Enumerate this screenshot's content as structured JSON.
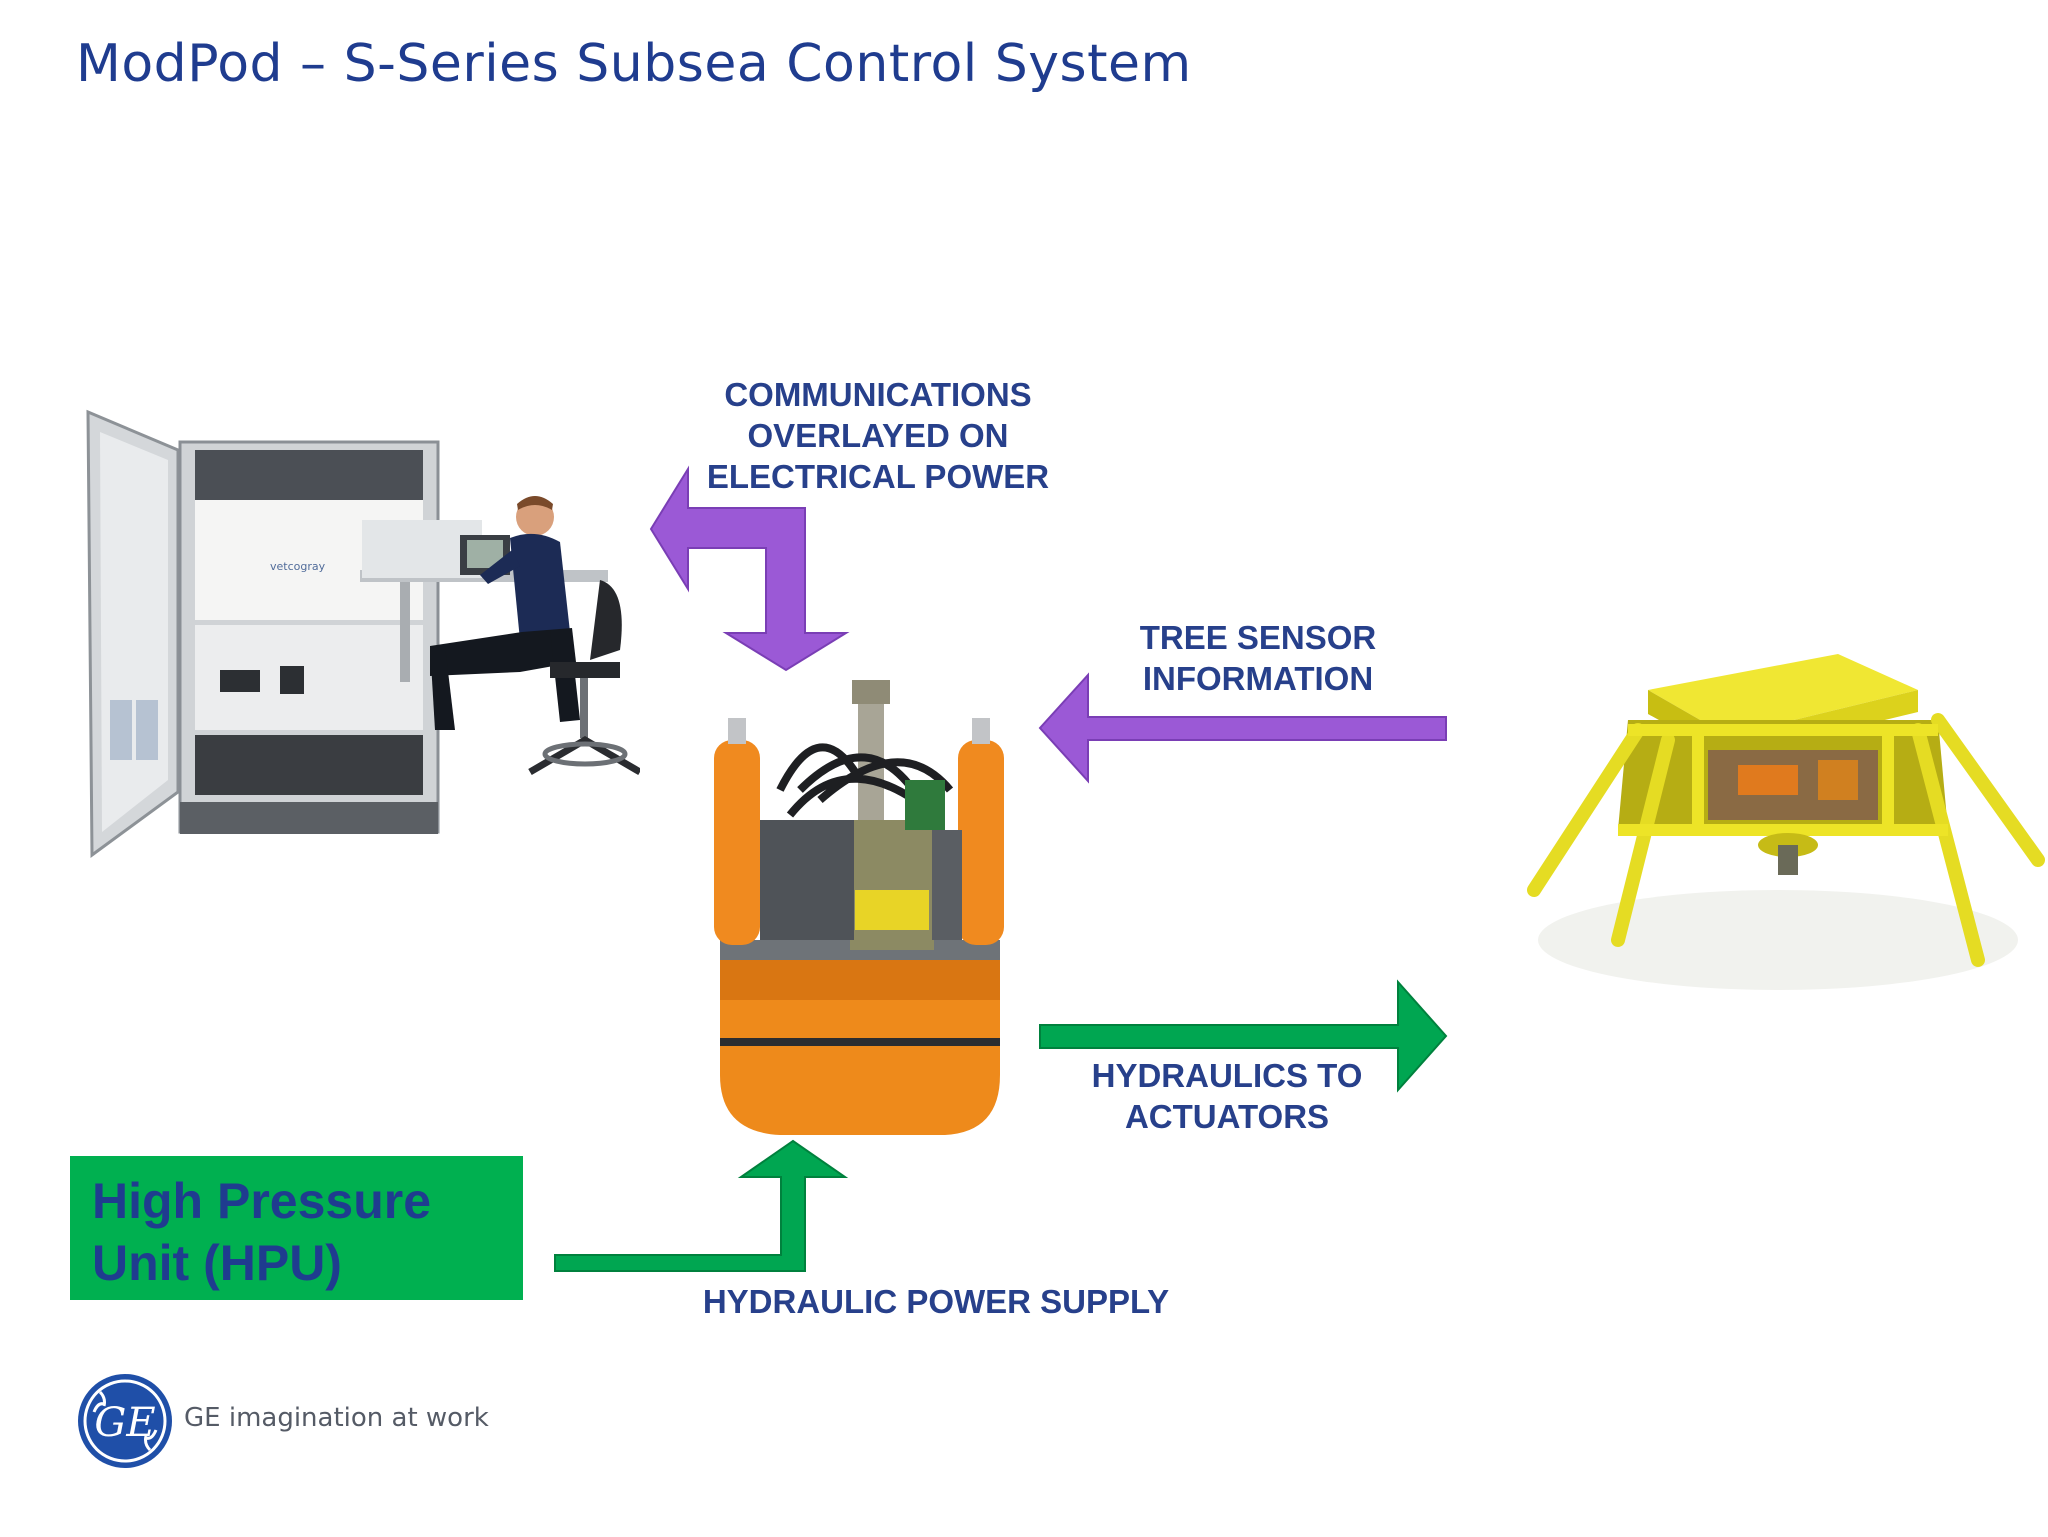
{
  "title": "ModPod – S-Series Subsea Control System",
  "labels": {
    "communications": [
      "COMMUNICATIONS",
      "OVERLAYED ON",
      "ELECTRICAL POWER"
    ],
    "tree_sensor": [
      "TREE SENSOR",
      "INFORMATION"
    ],
    "hydraulics": [
      "HYDRAULICS TO",
      "ACTUATORS"
    ],
    "hydraulic_power": "HYDRAULIC POWER SUPPLY"
  },
  "hpu": [
    "High Pressure",
    "Unit (HPU)"
  ],
  "logo": {
    "mark": "GE",
    "tagline": "GE imagination at work"
  },
  "colors": {
    "title": "#1f3c8f",
    "label": "#27408b",
    "hpu_fill": "#00b050",
    "purple_arrow": "#9b59d6",
    "green_arrow": "#00a651",
    "pod_orange": "#ee8a1b",
    "tree_yellow": "#e8e021"
  }
}
